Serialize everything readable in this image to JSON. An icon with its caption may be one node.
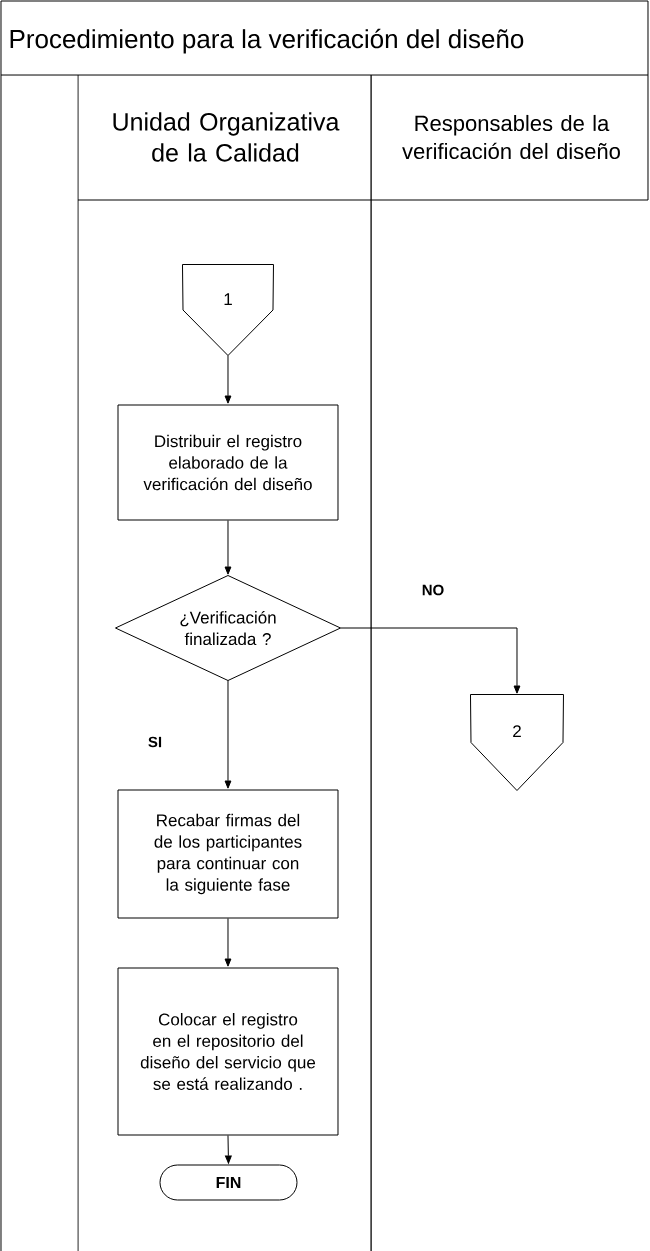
{
  "diagram": {
    "title": "Procedimiento para la verificación del diseño",
    "nodes": [
      {
        "text": [
          "Unidad Organizativa de la Calidad"
        ]
      },
      {
        "text": [
          "Responsables de la verificación del diseño"
        ]
      },
      {
        "text": [
          "1"
        ],
        "in": 0
      },
      {
        "text": [
          "Distribuir el registro elaborado de la verificación del diseño"
        ],
        "in": 0
      },
      {
        "text": [
          "¿Verificación finalizada ?"
        ],
        "in": 0
      },
      {
        "text": [
          "2"
        ],
        "in": 1
      },
      {
        "text": [
          "Recabar firmas del de los participantes para continuar con la siguiente fase"
        ],
        "in": 0
      },
      {
        "text": [
          "Colocar el registro en el repositorio del diseño del servicio que se está realizando ."
        ],
        "in": 0
      },
      {
        "text": [
          "FIN"
        ],
        "in": 0
      }
    ],
    "edges": [
      {
        "from": 2,
        "to": 3,
        "arrow": "to"
      },
      {
        "from": 3,
        "to": 4,
        "arrow": "to"
      },
      {
        "from": 4,
        "to": 5,
        "arrow": "to",
        "label": "NO"
      },
      {
        "from": 4,
        "to": 6,
        "arrow": "to",
        "label": "SI"
      },
      {
        "from": 6,
        "to": 7,
        "arrow": "to"
      },
      {
        "from": 7,
        "to": 8,
        "arrow": "to"
      }
    ]
  }
}
